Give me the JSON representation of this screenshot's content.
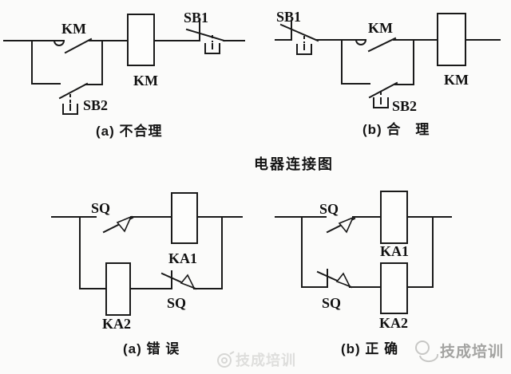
{
  "title": "电器连接图",
  "d1": {
    "caption": "(a) 不合理",
    "km_contact": "KM",
    "km_coil": "KM",
    "sb1": "SB1",
    "sb2": "SB2"
  },
  "d2": {
    "caption": "(b) 合　理",
    "sb1": "SB1",
    "km_contact": "KM",
    "km_coil": "KM",
    "sb2": "SB2"
  },
  "d3": {
    "caption": "(a) 错 误",
    "sq_top": "SQ",
    "ka1": "KA1",
    "sq_bottom": "SQ",
    "ka2": "KA2"
  },
  "d4": {
    "caption": "(b) 正 确",
    "sq_top": "SQ",
    "ka1": "KA1",
    "sq_bottom": "SQ",
    "ka2": "KA2"
  },
  "watermarks": {
    "center": "技成培训",
    "right": "技成培训"
  },
  "colors": {
    "line": "#1a1a1a",
    "background": "#fbfbfa",
    "watermark_light": "#dededc",
    "watermark_mid": "#a3a3a1"
  }
}
